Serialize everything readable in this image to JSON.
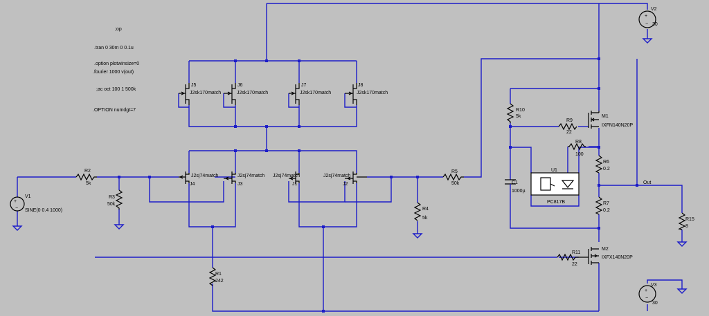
{
  "directives": {
    "op": ";op",
    "tran": ".tran 0 30m 0 0.1u",
    "option_plotwinsize": ".option plotwinsize=0",
    "fourier": ".fourier 1000 v(out)",
    "ac": ";ac oct 100 1 500k",
    "option_numdgt": ".OPTION numdgt=7"
  },
  "sources": {
    "v1": {
      "name": "V1",
      "value": "SINE(0 0.4 1000)"
    },
    "v2": {
      "name": "V2",
      "value": "30"
    },
    "v3": {
      "name": "V3",
      "value": "30"
    }
  },
  "resistors": {
    "r1": {
      "name": "R1",
      "value": "242"
    },
    "r2": {
      "name": "R2",
      "value": "5k"
    },
    "r3": {
      "name": "R3",
      "value": "50k"
    },
    "r4": {
      "name": "R4",
      "value": "5k"
    },
    "r5": {
      "name": "R5",
      "value": "50k"
    },
    "r6": {
      "name": "R6",
      "value": "0.2"
    },
    "r7": {
      "name": "R7",
      "value": "0.2"
    },
    "r8": {
      "name": "R8",
      "value": "100"
    },
    "r9": {
      "name": "R9",
      "value": "22"
    },
    "r10": {
      "name": "R10",
      "value": "5k"
    },
    "r11": {
      "name": "R11",
      "value": "22"
    },
    "r15": {
      "name": "R15",
      "value": "8"
    }
  },
  "capacitors": {
    "c1": {
      "name": "C1",
      "value": "1000µ"
    }
  },
  "jfets": {
    "j1": {
      "name": "J1",
      "model": "J2sj74match"
    },
    "j2": {
      "name": "J2",
      "model": "J2sj74match"
    },
    "j3": {
      "name": "J3",
      "model": "J2sj74match"
    },
    "j4": {
      "name": "J4",
      "model": "J2sj74match"
    },
    "j5": {
      "name": "J5",
      "model": "J2sk170match"
    },
    "j6": {
      "name": "J6",
      "model": "J2sk170match"
    },
    "j7": {
      "name": "J7",
      "model": "J2sk170match"
    },
    "j8": {
      "name": "J8",
      "model": "J2sk170match"
    }
  },
  "mosfets": {
    "m1": {
      "name": "M1",
      "model": "IXFN140N20P"
    },
    "m2": {
      "name": "M2",
      "model": "IXFX140N20P"
    }
  },
  "optocoupler": {
    "name": "U1",
    "model": "PC817B"
  },
  "net_labels": {
    "out": "Out"
  }
}
